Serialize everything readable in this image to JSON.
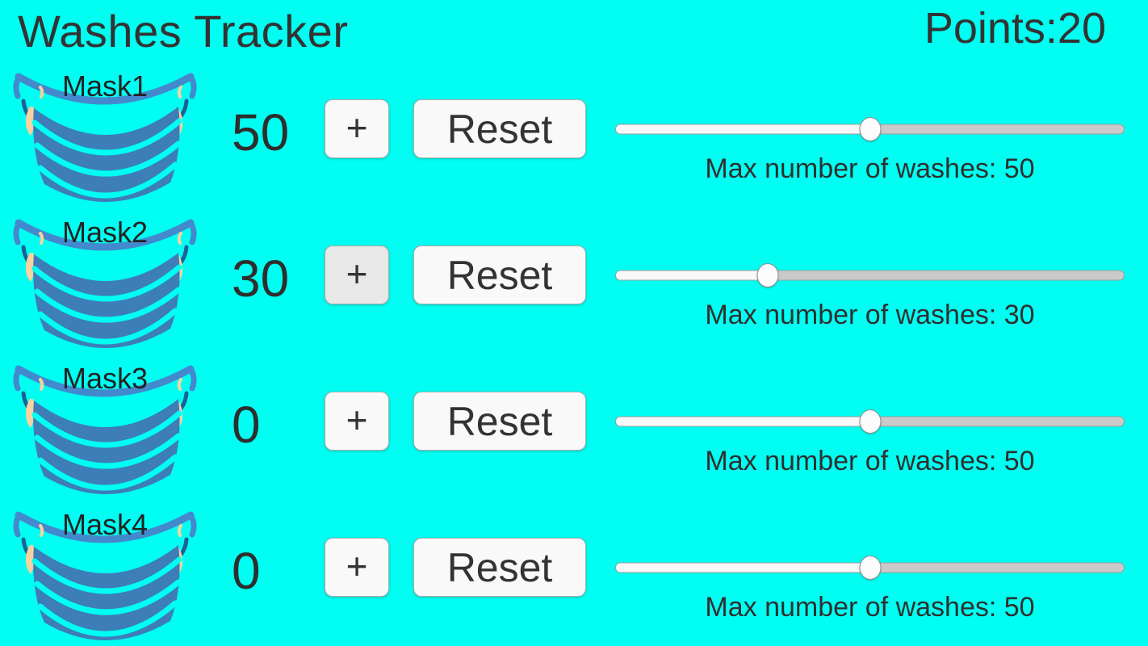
{
  "header": {
    "title": "Washes Tracker",
    "points_label": "Points:",
    "points_value": "20"
  },
  "colors": {
    "background": "#00fff2",
    "text": "#333333",
    "mask_body": "#3d7db8",
    "mask_band": "#4389cd",
    "mask_dash": "#1d6096",
    "mask_accent": "#f6d3a0",
    "button_bg": "#f9f9f9",
    "button_active_bg": "#e8e8e8",
    "button_border": "#ababab",
    "slider_fill": "#f8f8f8",
    "slider_track": "#cacaca",
    "slider_border": "#9b9b9b",
    "slider_thumb": "#fcfcfc"
  },
  "rows": [
    {
      "mask_label": "Mask1",
      "washes_count": "50",
      "plus_label": "+",
      "reset_label": "Reset",
      "max_washes_text": "Max number of washes: 50",
      "max_washes_value": 50,
      "slider_percent": 50,
      "plus_active": false
    },
    {
      "mask_label": "Mask2",
      "washes_count": "30",
      "plus_label": "+",
      "reset_label": "Reset",
      "max_washes_text": "Max number of washes: 30",
      "max_washes_value": 30,
      "slider_percent": 30,
      "plus_active": true
    },
    {
      "mask_label": "Mask3",
      "washes_count": "0",
      "plus_label": "+",
      "reset_label": "Reset",
      "max_washes_text": "Max number of washes: 50",
      "max_washes_value": 50,
      "slider_percent": 50,
      "plus_active": false
    },
    {
      "mask_label": "Mask4",
      "washes_count": "0",
      "plus_label": "+",
      "reset_label": "Reset",
      "max_washes_text": "Max number of washes: 50",
      "max_washes_value": 50,
      "slider_percent": 50,
      "plus_active": false
    }
  ]
}
